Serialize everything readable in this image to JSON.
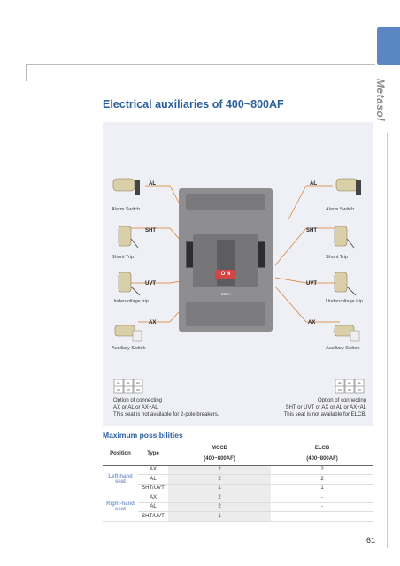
{
  "brand": "Metasol",
  "page_title": "Electrical auxiliaries of 400~800AF",
  "diagram": {
    "left": [
      {
        "tag": "AL",
        "label": "Alarm Switch"
      },
      {
        "tag": "SHT",
        "label": "Shunt Trip"
      },
      {
        "tag": "UVT",
        "label": "Undervoltage trip"
      },
      {
        "tag": "AX",
        "label": "Auxiliary Switch"
      }
    ],
    "right": [
      {
        "tag": "AL",
        "label": "Alarm Switch"
      },
      {
        "tag": "SHT",
        "label": "Shunt Trip"
      },
      {
        "tag": "UVT",
        "label": "Undervoltage trip"
      },
      {
        "tag": "AX",
        "label": "Auxiliary Switch"
      }
    ],
    "breaker_on": "O N",
    "breaker_rating": "800A"
  },
  "notes": {
    "left": [
      "Option of connecting",
      "AX or AL or AX+AL",
      "This seat is not available for 2-pole breakers."
    ],
    "right": [
      "Option of connecting",
      "SHT or UVT or AX or AL or AX+AL",
      "This seat is not available for ELCB."
    ],
    "left_grid": [
      "AL",
      "AL",
      "AX",
      "AX",
      "AX",
      "AX"
    ],
    "right_grid": [
      "AL",
      "AL",
      "AL",
      "AX",
      "AX",
      "AX"
    ]
  },
  "possibilities": {
    "title": "Maximum possibilities",
    "headers": {
      "position": "Position",
      "type": "Type",
      "mccb": "MCCB",
      "mccb_sub": "(400~800AF)",
      "elcb": "ELCB",
      "elcb_sub": "(400~800AF)"
    },
    "groups": [
      {
        "position": [
          "Left-hand",
          "seat"
        ],
        "rows": [
          {
            "type": "AX",
            "mccb": "2",
            "elcb": "2"
          },
          {
            "type": "AL",
            "mccb": "2",
            "elcb": "2"
          },
          {
            "type": "SHT/UVT",
            "mccb": "1",
            "elcb": "1"
          }
        ]
      },
      {
        "position": [
          "Right-hand",
          "seat"
        ],
        "rows": [
          {
            "type": "AX",
            "mccb": "2",
            "elcb": "-"
          },
          {
            "type": "AL",
            "mccb": "2",
            "elcb": "-"
          },
          {
            "type": "SHT/UVT",
            "mccb": "1",
            "elcb": "-"
          }
        ]
      }
    ]
  },
  "page_number": "61",
  "colors": {
    "accent": "#2b5f9e",
    "tab": "#5b86c4",
    "panel": "#eff0f6",
    "line": "#d87a2a"
  }
}
